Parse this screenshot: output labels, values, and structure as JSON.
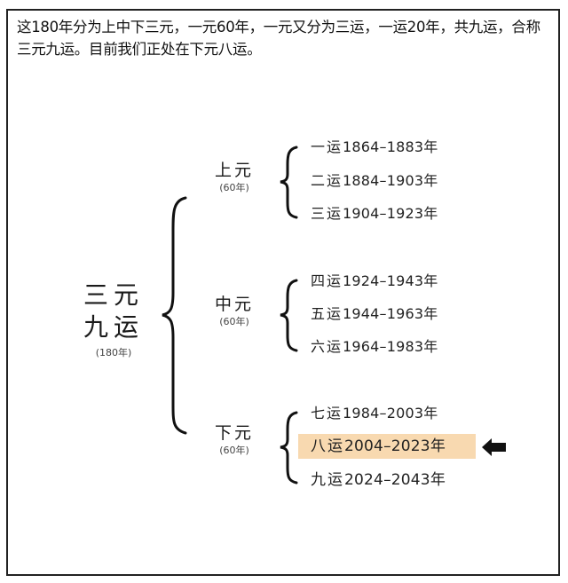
{
  "intro_text": "这180年分为上中下三元，一元60年，一元又分为三运，一运20年，共九运，合称三元九运。目前我们正处在下元八运。",
  "root": {
    "title_line1": "三元",
    "title_line2": "九运",
    "subtitle": "(180年)"
  },
  "yuan": [
    {
      "name": "上元",
      "sub": "(60年)",
      "yun": [
        {
          "label": "一运",
          "range": "1864–1883年"
        },
        {
          "label": "二运",
          "range": "1884–1903年"
        },
        {
          "label": "三运",
          "range": "1904–1923年"
        }
      ]
    },
    {
      "name": "中元",
      "sub": "(60年)",
      "yun": [
        {
          "label": "四运",
          "range": "1924–1943年"
        },
        {
          "label": "五运",
          "range": "1944–1963年"
        },
        {
          "label": "六运",
          "range": "1964–1983年"
        }
      ]
    },
    {
      "name": "下元",
      "sub": "(60年)",
      "yun": [
        {
          "label": "七运",
          "range": "1984–2003年"
        },
        {
          "label": "八运",
          "range": "2004–2023年"
        },
        {
          "label": "九运",
          "range": "2024–2043年"
        }
      ]
    }
  ],
  "highlight": {
    "item": "八运 2004–2023年",
    "color": "#f8d9b0",
    "marker": "left-arrow-icon"
  }
}
